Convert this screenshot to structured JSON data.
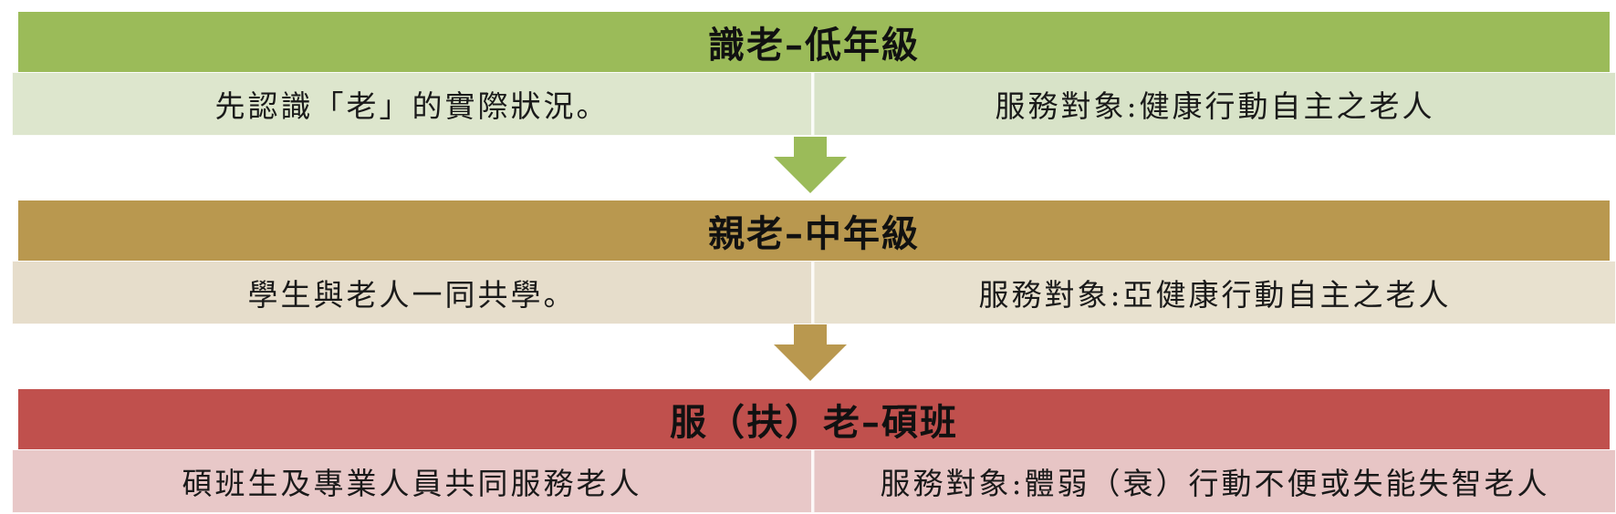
{
  "stages": [
    {
      "title": "識老–低年級",
      "description": "先認識「老」的實際狀況。",
      "target": "服務對象:健康行動自主之老人",
      "color": "#9bbb59"
    },
    {
      "title": "親老–中年級",
      "description": "學生與老人一同共學。",
      "target": "服務對象:亞健康行動自主之老人",
      "color": "#b9984f"
    },
    {
      "title": "服（扶）老–碩班",
      "description": "碩班生及專業人員共同服務老人",
      "target": "服務對象:體弱（衰）行動不便或失能失智老人",
      "color": "#c0504d"
    }
  ],
  "arrows": [
    {
      "color": "#9bbb59"
    },
    {
      "color": "#b9984f"
    }
  ]
}
